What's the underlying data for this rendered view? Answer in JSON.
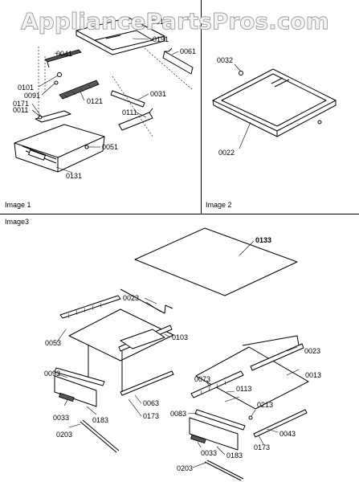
{
  "watermark": "AppliancePartsPros.com",
  "panels": {
    "image1": {
      "label": "Image 1"
    },
    "image2": {
      "label": "Image 2"
    },
    "image3": {
      "label": "Image3"
    }
  },
  "callouts": {
    "image1": [
      "0081",
      "0191",
      "0041",
      "0061",
      "0101",
      "0091",
      "0121",
      "0031",
      "0171",
      "0011",
      "0111",
      "0051",
      "0131"
    ],
    "image2": [
      "0032",
      "0022"
    ],
    "image3": [
      "0133",
      "0023",
      "0103",
      "0053",
      "0093",
      "0063",
      "0033",
      "0183",
      "0173",
      "0203",
      "0023",
      "0013",
      "0073",
      "0113",
      "0213",
      "0083",
      "0043",
      "0173",
      "0033",
      "0183",
      "0203"
    ]
  }
}
